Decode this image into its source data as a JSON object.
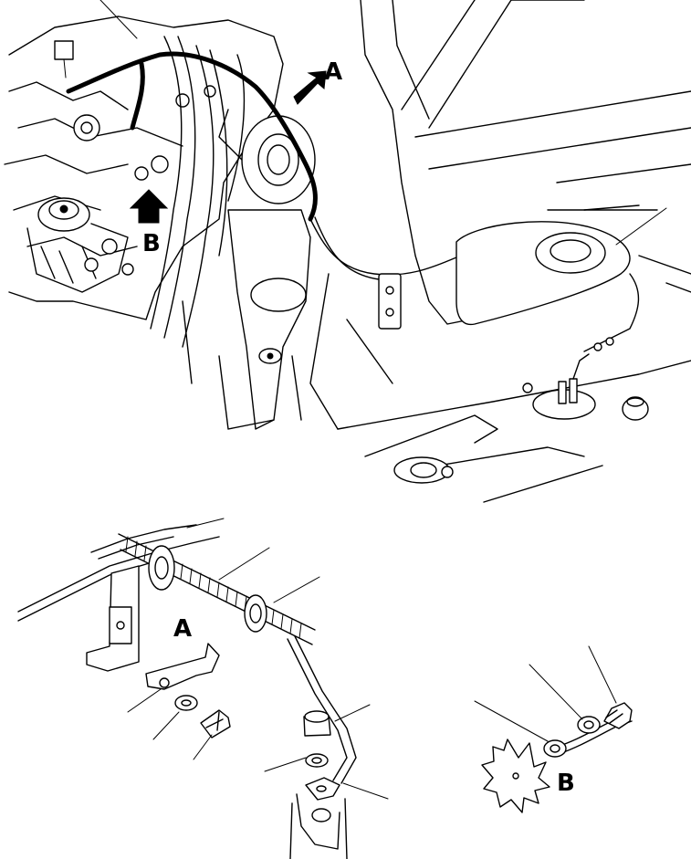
{
  "callouts": {
    "view_a_top": "A",
    "view_b_top": "B",
    "detail_a": "A",
    "detail_b": "B"
  },
  "colors": {
    "ink": "#000000",
    "paper": "#ffffff"
  }
}
